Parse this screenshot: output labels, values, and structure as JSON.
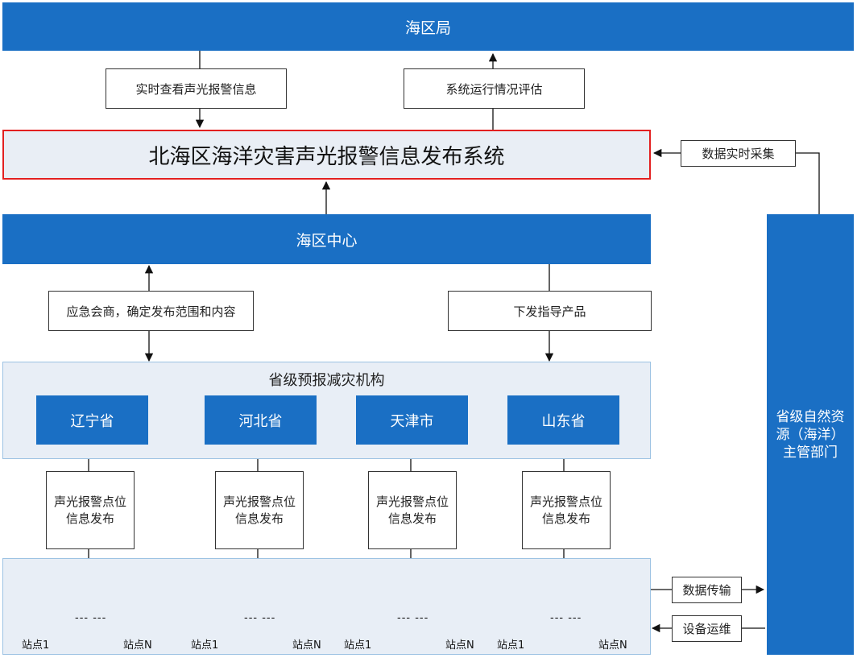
{
  "top_bureau": "海区局",
  "arrow_labels": {
    "realtime_view": "实时查看声光报警信息",
    "system_eval": "系统运行情况评估",
    "data_collect": "数据实时采集",
    "consult": "应急会商，确定发布范围和内容",
    "guidance": "下发指导产品",
    "data_transfer": "数据传输",
    "maintenance": "设备运维"
  },
  "system_title": "北海区海洋灾害声光报警信息发布系统",
  "sea_center": "海区中心",
  "provincial_org": "省级预报减灾机构",
  "side_dept": "省级自然资源（海洋）主管部门",
  "provinces": [
    {
      "name": "辽宁省",
      "publish": "声光报警点位信息发布",
      "station_first": "站点1",
      "station_last": "站点N",
      "dots": "--- ---"
    },
    {
      "name": "河北省",
      "publish": "声光报警点位信息发布",
      "station_first": "站点1",
      "station_last": "站点N",
      "dots": "--- ---"
    },
    {
      "name": "天津市",
      "publish": "声光报警点位信息发布",
      "station_first": "站点1",
      "station_last": "站点N",
      "dots": "--- ---"
    },
    {
      "name": "山东省",
      "publish": "声光报警点位信息发布",
      "station_first": "站点1",
      "station_last": "站点N",
      "dots": "--- ---"
    }
  ],
  "colors": {
    "bar_blue": "#1a6fc4",
    "panel_fill": "#e8eef6",
    "title_border": "#e32020",
    "station_green": "#7db47e"
  }
}
